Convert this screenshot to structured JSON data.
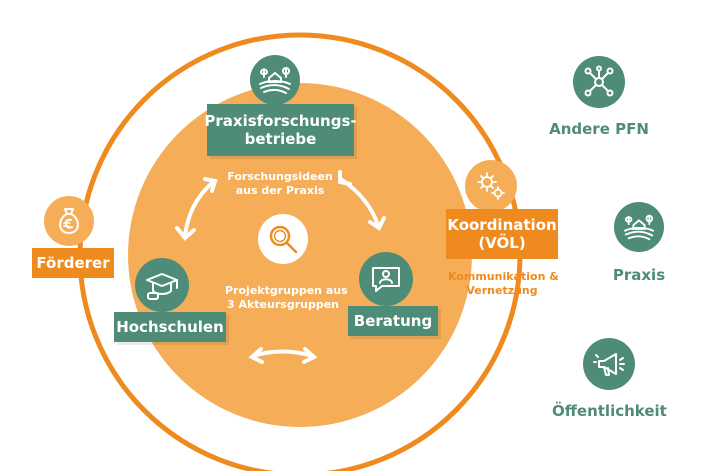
{
  "colors": {
    "orange_dark": "#ee8a1e",
    "orange_light": "#f5ae57",
    "green": "#4e8c77",
    "white": "#ffffff"
  },
  "labels": {
    "praxisbetriebe": "Praxisforschungs-\nbetriebe",
    "forschungsideen": "Forschungsideen\naus der Praxis",
    "projektgruppen": "Projektgruppen aus\n3 Akteursgruppen",
    "hochschulen": "Hochschulen",
    "beratung": "Beratung",
    "foerderer": "Förderer",
    "koordination": "Koordination\n(VÖL)",
    "kommunikation": "Kommunikation &\nVernetzung",
    "andere_pfn": "Andere PFN",
    "praxis": "Praxis",
    "oeffentlichkeit": "Öffentlichkeit"
  },
  "icons": {
    "farm": "farm-field-icon",
    "magnifier": "magnifier-icon",
    "graduation": "graduation-cap-icon",
    "speech": "speech-bubble-person-icon",
    "moneybag": "euro-moneybag-icon",
    "gears": "gears-icon",
    "network": "network-nodes-icon",
    "megaphone": "megaphone-icon"
  }
}
